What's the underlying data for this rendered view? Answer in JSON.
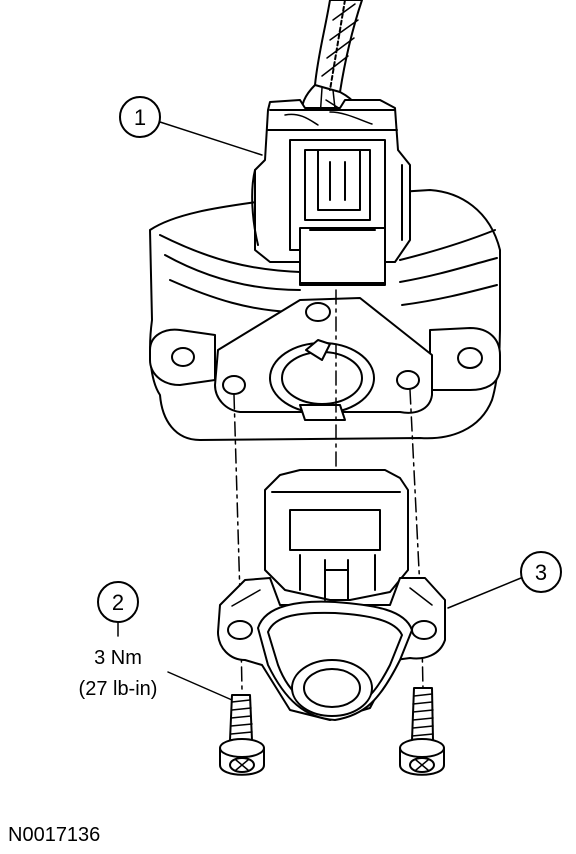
{
  "callouts": [
    {
      "number": "1",
      "part": "connector"
    },
    {
      "number": "2",
      "part": "bolts"
    },
    {
      "number": "3",
      "part": "sensor"
    }
  ],
  "torque": {
    "metric": "3 Nm",
    "imperial": "(27 lb-in)"
  },
  "figure_id": "N0017136"
}
